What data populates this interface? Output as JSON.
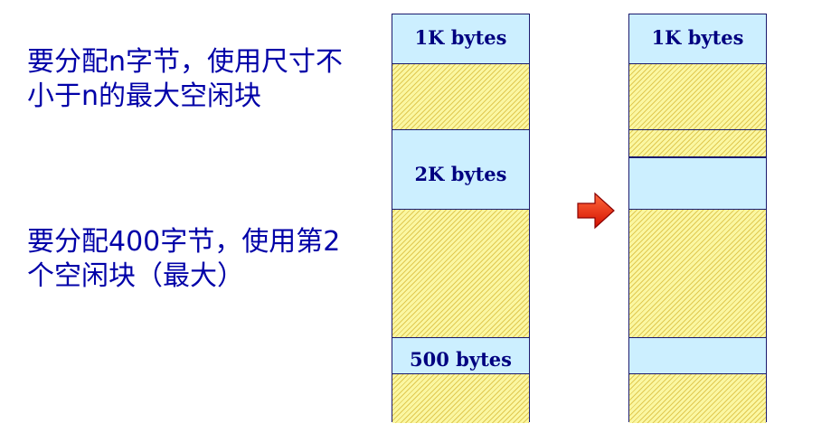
{
  "notes": {
    "rule": "要分配n字节，使用尺寸不小于n的最大空闲块",
    "example": "要分配400字节，使用第2个空闲块（最大）"
  },
  "before": {
    "block1_label": "1K bytes",
    "block2_label": "2K bytes",
    "block3_label": "500 bytes"
  },
  "after": {
    "block1_label": "1K bytes"
  },
  "colors": {
    "text": "#0000a8",
    "free_block": "#ccefff",
    "used_block": "#fbf7a2",
    "arrow": "#ff2200"
  },
  "icons": {
    "transition": "right-arrow-icon"
  }
}
